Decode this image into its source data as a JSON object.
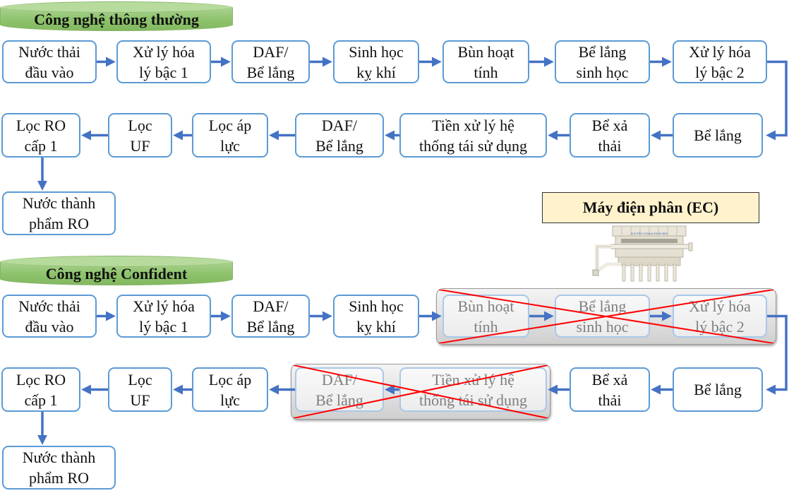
{
  "sections": [
    {
      "title": "Công nghệ thông thường",
      "row1": [
        "Nước thải\nđầu vào",
        "Xử lý hóa\nlý bậc 1",
        "DAF/\nBể lắng",
        "Sinh học\nkỵ khí",
        "Bùn hoạt\ntính",
        "Bể lắng\nsinh học",
        "Xử lý hóa\nlý bậc 2"
      ],
      "row2": [
        "Lọc RO\ncấp 1",
        "Lọc\nUF",
        "Lọc áp\nlực",
        "DAF/\nBể lắng",
        "Tiền xử lý hệ\nthống tái sử dụng",
        "Bể xả\nthải",
        "Bể lắng"
      ],
      "final": "Nước thành\nphẩm RO",
      "removed_steps": []
    },
    {
      "title": "Công nghệ Confident",
      "row1": [
        "Nước thải\nđầu vào",
        "Xử lý hóa\nlý bậc 1",
        "DAF/\nBể lắng",
        "Sinh học\nkỵ khí",
        "Bùn hoạt\ntính",
        "Bể lắng\nsinh học",
        "Xử lý hóa\nlý bậc 2"
      ],
      "row2": [
        "Lọc RO\ncấp 1",
        "Lọc\nUF",
        "Lọc áp\nlực",
        "DAF/\nBể lắng",
        "Tiền xử lý hệ\nthống tái sử dụng",
        "Bể xả\nthải",
        "Bể lắng"
      ],
      "final": "Nước thành\nphẩm RO",
      "removed_steps": [
        "Bùn hoạt tính",
        "Bể lắng sinh học",
        "Xử lý hóa lý bậc 2",
        "DAF/Bể lắng",
        "Tiền xử lý hệ thống tái sử dụng"
      ]
    }
  ],
  "ec_device": {
    "label": "Máy điện phân (EC)",
    "image_alt": "Electro coagulation skid machine",
    "plate_text": "ELECTRO COAGULATION SKID"
  },
  "colors": {
    "box_border": "#5b9bd5",
    "arrow": "#4472c4",
    "header_green": "#a9d18e",
    "ec_label_bg": "#fff2cc",
    "cross_red": "#ff0000",
    "removed_group_bg": "#e0e0e0"
  }
}
